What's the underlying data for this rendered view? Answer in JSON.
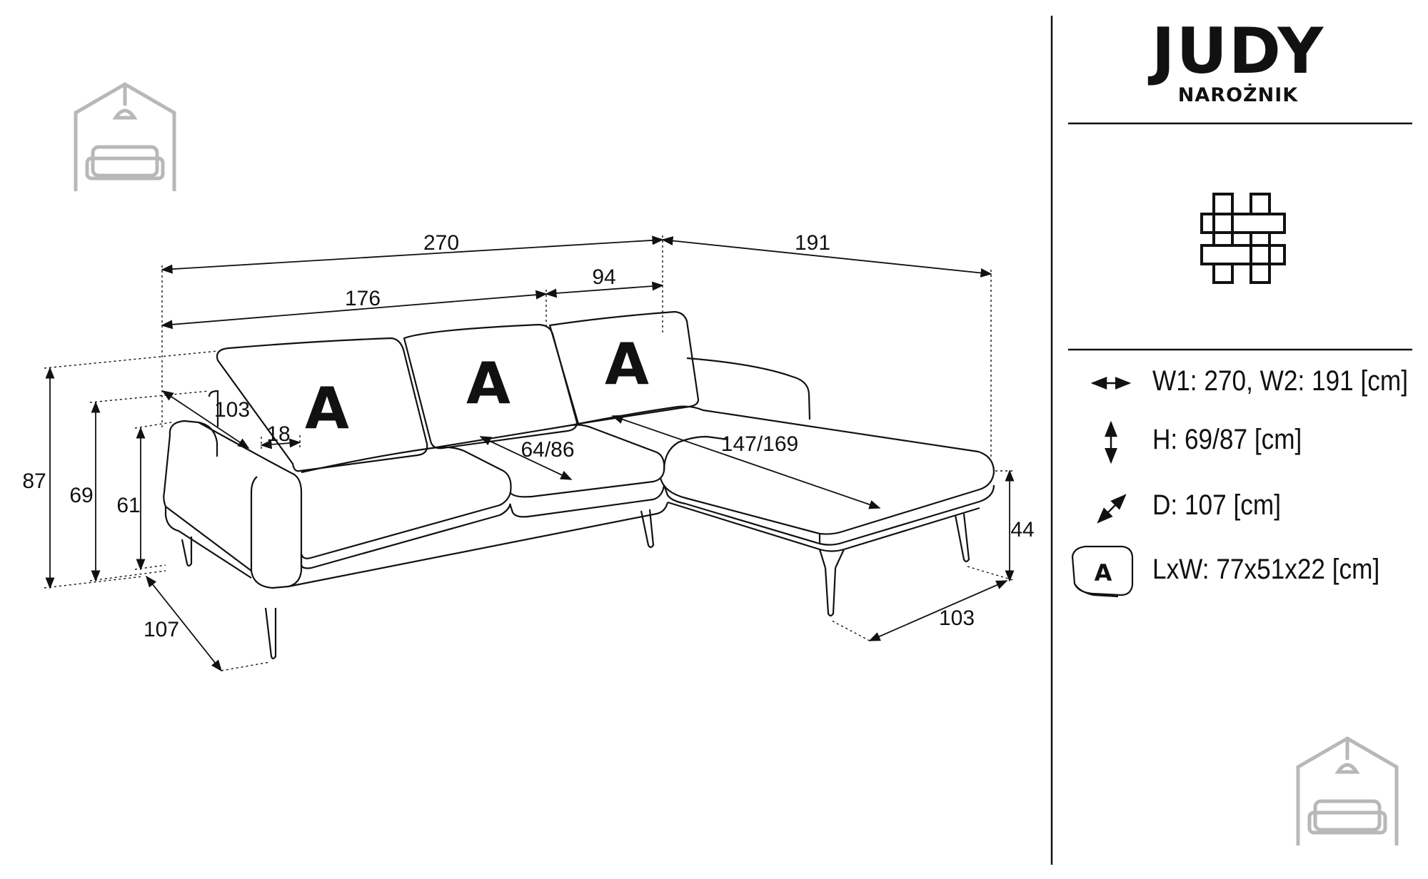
{
  "product": {
    "name": "JUDY",
    "type": "NAROŻNIK"
  },
  "dimensions": {
    "width_total": "270",
    "width_chaise": "191",
    "seat_width": "176",
    "chaise_top": "94",
    "seat_depth_main": "103",
    "armrest_width": "18",
    "seat_depth_middle": "64/86",
    "chaise_length": "147/169",
    "height_total": "87",
    "height_back": "69",
    "height_arm": "61",
    "depth": "107",
    "chaise_depth": "103",
    "seat_height": "44"
  },
  "cushion_label": "A",
  "specs": [
    {
      "icon": "horizontal-arrow-icon",
      "text": "W1: 270, W2: 191 [cm]"
    },
    {
      "icon": "vertical-arrow-icon",
      "text": "H: 69/87 [cm]"
    },
    {
      "icon": "diagonal-arrow-icon",
      "text": "D: 107 [cm]"
    },
    {
      "icon": "cushion-icon",
      "text": "LxW: 77x51x22 [cm]"
    }
  ],
  "colors": {
    "line": "#111111",
    "watermark": "#b4b4b4"
  }
}
